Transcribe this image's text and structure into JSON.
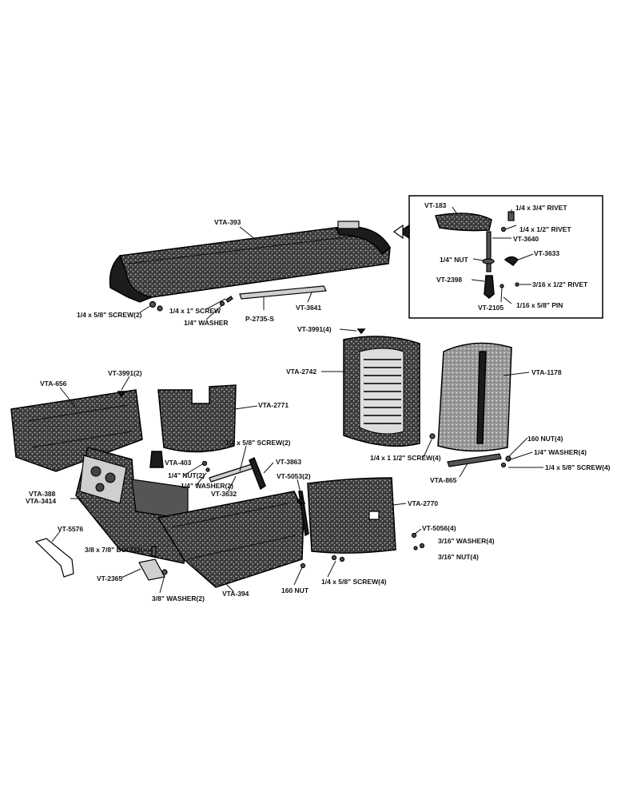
{
  "labels": {
    "vta393": "VTA-393",
    "screw_left": "1/4 x 5/8\" SCREW(2)",
    "screw_1": "1/4 x 1\" SCREW",
    "washer_1": "1/4\" WASHER",
    "p2735": "P-2735-S",
    "vt3641": "VT-3641",
    "vt183": "VT-183",
    "rivet_top": "1/4 x 3/4\" RIVET",
    "rivet_2": "1/4 x 1/2\" RIVET",
    "vt3640": "VT-3640",
    "nut_inset": "1/4\" NUT",
    "vt3633": "VT-3633",
    "vt2398": "VT-2398",
    "rivet_3": "3/16 x 1/2\" RIVET",
    "vt2105": "VT-2105",
    "pin": "1/16 x 5/8\" PIN",
    "vt3991_4": "VT-3991(4)",
    "vta2742": "VTA-2742",
    "vta1178": "VTA-1178",
    "screw_112": "1/4 x 1 1/2\" SCREW(4)",
    "nut160_4": "160 NUT(4)",
    "washer_4a": "1/4\" WASHER(4)",
    "screw_4a": "1/4 x 5/8\" SCREW(4)",
    "vta865": "VTA-865",
    "vta656": "VTA-656",
    "vt3991_2": "VT-3991(2)",
    "vta2771": "VTA-2771",
    "screw_2b": "1/4 x 5/8\" SCREW(2)",
    "vta403": "VTA-403",
    "nut_2": "1/4\" NUT(2)",
    "vt3863": "VT-3863",
    "washer_2": "1/4\" WASHER(2)",
    "vt3632": "VT-3632",
    "vt5053": "VT-5053(2)",
    "vta388": "VTA-388",
    "vta3414": "VTA-3414",
    "vta2770": "VTA-2770",
    "vt5576": "VT-5576",
    "bolt": "3/8 x 7/8\" BOLT(2)",
    "vt5056": "VT-5056(4)",
    "washer_316": "3/16\" WASHER(4)",
    "nut_316": "3/16\" NUT(4)",
    "vt2365": "VT-2365",
    "washer_38": "3/8\" WASHER(2)",
    "vta394": "VTA-394",
    "nut160": "160 NUT",
    "screw_4b": "1/4 x 5/8\" SCREW(4)"
  }
}
